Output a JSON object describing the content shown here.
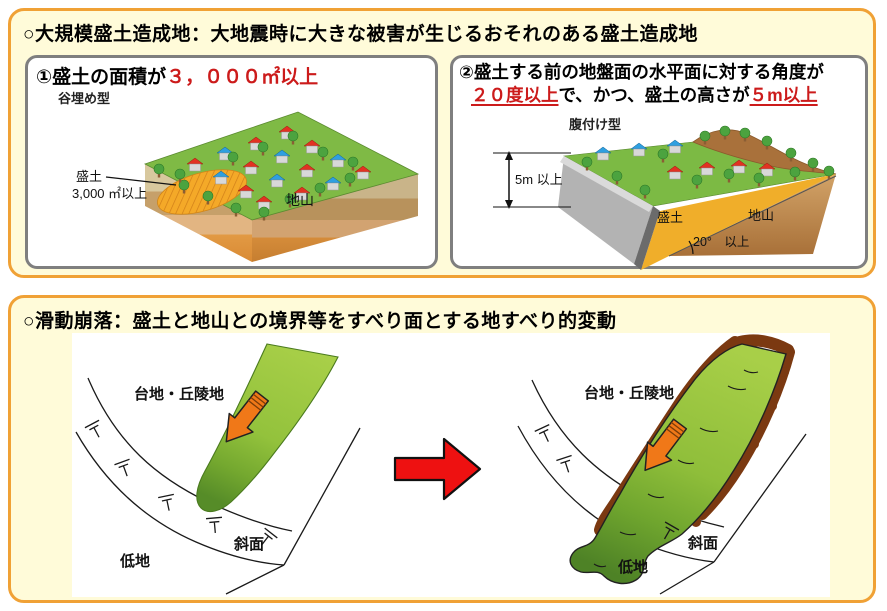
{
  "top_panel": {
    "title": "○大規模盛土造成地：大地震時に大きな被害が生じるおそれのある盛土造成地",
    "box1": {
      "heading_prefix": "①盛土の面積が",
      "heading_value": "３，０００㎡以上",
      "type_label": "谷埋め型",
      "fill_label": "盛土",
      "fill_area_label": "3,000 ㎡以上",
      "ground_label": "地山"
    },
    "box2": {
      "heading_line1": "②盛土する前の地盤面の水平面に対する角度が",
      "heading_value1": "２０度以上",
      "heading_middle": "で、かつ、盛土の高さが",
      "heading_value2": "５m以上",
      "type_label": "腹付け型",
      "height_label": "5m 以上",
      "fill_label": "盛土",
      "angle_label": "20°　以上",
      "ground_label": "地山"
    }
  },
  "bottom_panel": {
    "title": "○滑動崩落：盛土と地山との境界等をすべり面とする地すべり的変動",
    "before": {
      "plateau_label": "台地・丘陵地",
      "lowland_label": "低地",
      "slope_label": "斜面"
    },
    "after": {
      "plateau_label": "台地・丘陵地",
      "lowland_label": "低地",
      "slope_label": "斜面"
    }
  },
  "colors": {
    "panel_bg": "#FFFBD9",
    "panel_border": "#F0A135",
    "box_border": "#7F7F7F",
    "accent_red": "#CC1B1B",
    "fill_orange": "#F4A928",
    "ground_green": "#7FBA45",
    "slide_green": "#93C23C",
    "scarp_brown": "#7B3911",
    "red_arrow": "#EE1111",
    "orange_arrow": "#F07818"
  }
}
